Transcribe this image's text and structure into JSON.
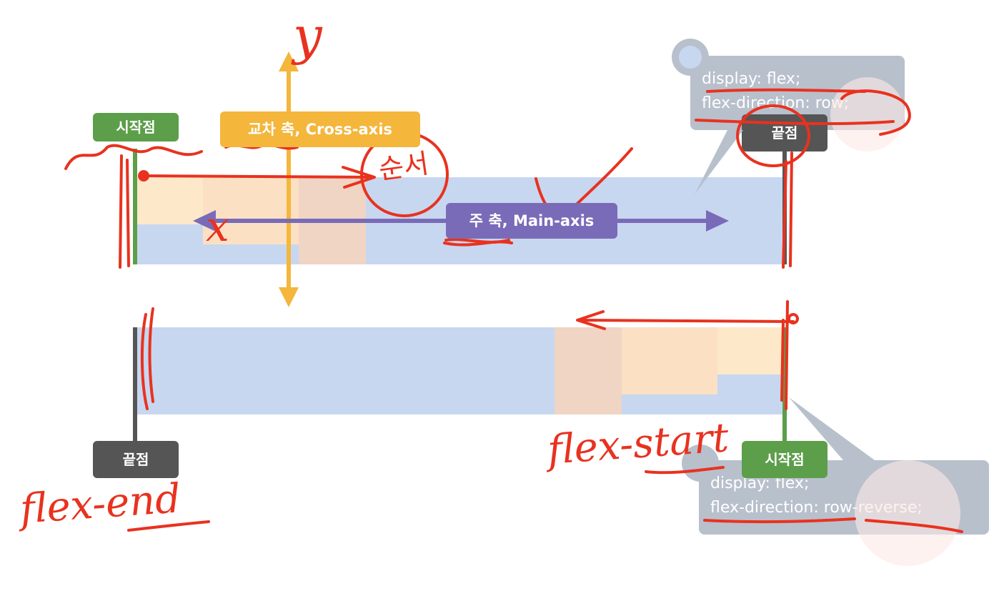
{
  "top_diagram": {
    "start_label": "시작점",
    "end_label": "끝점",
    "cross_axis_label": "교차 축, Cross-axis",
    "main_axis_label": "주 축, Main-axis",
    "code": [
      "display: flex;",
      "flex-direction: row;"
    ]
  },
  "bottom_diagram": {
    "start_label": "시작점",
    "end_label": "끝점",
    "code": [
      "display: flex;",
      "flex-direction: row-reverse;"
    ]
  },
  "annotations": {
    "y": "y",
    "x": "x",
    "order": "순서",
    "flex_start": "flex-start",
    "flex_end": "flex-end"
  },
  "colors": {
    "container": "#c7d7f0",
    "cross_axis": "#f4b63b",
    "main_axis": "#7a6bb8",
    "start_green": "#5c9e4a",
    "end_dark": "#555555",
    "ink_red": "#e8321f"
  }
}
